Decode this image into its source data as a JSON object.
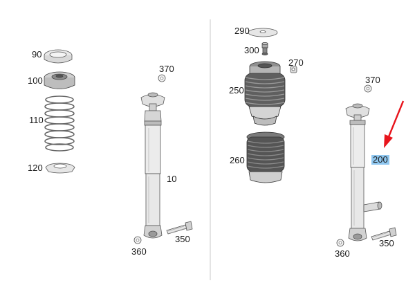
{
  "parts": {
    "p90": "90",
    "p100": "100",
    "p110": "110",
    "p120": "120",
    "p370_left": "370",
    "p10": "10",
    "p350_left": "350",
    "p360_left": "360",
    "p290": "290",
    "p300": "300",
    "p270": "270",
    "p250": "250",
    "p260": "260",
    "p370_right": "370",
    "p200": "200",
    "p350_right": "350",
    "p360_right": "360"
  },
  "highlight": {
    "part": "200",
    "color": "#8fc7f0",
    "arrow_color": "#e8141c"
  }
}
